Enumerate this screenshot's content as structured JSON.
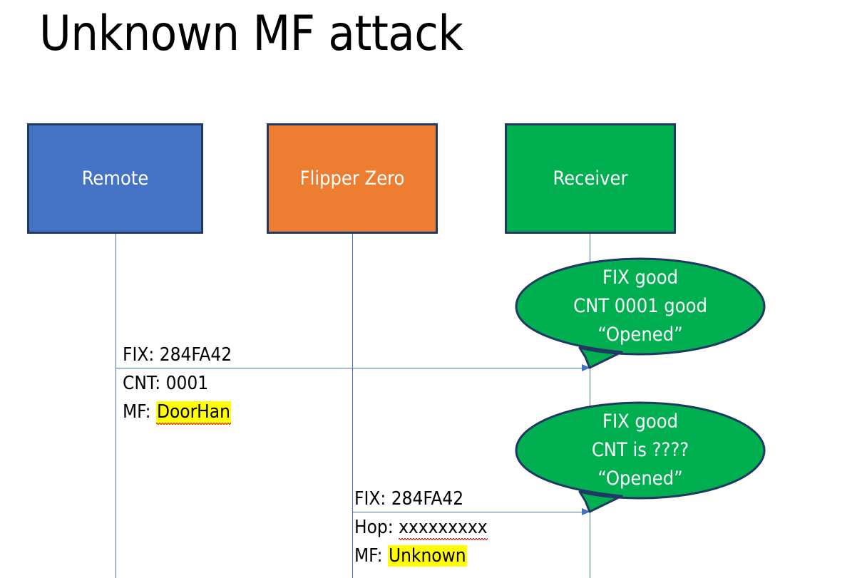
{
  "slide": {
    "title": "Unknown MF attack",
    "background": "#ffffff"
  },
  "colors": {
    "remote_fill": "#4472C4",
    "flipper_fill": "#ED7D31",
    "receiver_fill": "#00B050",
    "box_border": "#1F3864",
    "lifeline": "#4472C4",
    "arrow": "#4472C4",
    "highlight": "#FFFF00",
    "bubble_fill": "#00B050",
    "bubble_border": "#1F3864",
    "spellcheck_underline": "#E03030",
    "text_dark": "#000000",
    "text_light": "#FFFFFF"
  },
  "actors": [
    {
      "id": "remote",
      "label": "Remote"
    },
    {
      "id": "flipper",
      "label": "Flipper Zero"
    },
    {
      "id": "receiver",
      "label": "Receiver"
    }
  ],
  "messages": [
    {
      "id": "remote-to-receiver",
      "from": "remote",
      "to": "receiver",
      "lines": [
        {
          "prefix": "FIX: ",
          "value": "284FA42",
          "highlight": false,
          "spellcheck_error": false
        },
        {
          "prefix": "CNT: ",
          "value": "0001",
          "highlight": false,
          "spellcheck_error": false
        },
        {
          "prefix": "MF: ",
          "value": "DoorHan",
          "highlight": true,
          "spellcheck_error": true
        }
      ]
    },
    {
      "id": "flipper-to-receiver",
      "from": "flipper",
      "to": "receiver",
      "lines": [
        {
          "prefix": "FIX: ",
          "value": "284FA42",
          "highlight": false,
          "spellcheck_error": false
        },
        {
          "prefix": "Hop: ",
          "value": "xxxxxxxxx",
          "highlight": false,
          "spellcheck_error": true
        },
        {
          "prefix": "MF: ",
          "value": "Unknown",
          "highlight": true,
          "spellcheck_error": false
        }
      ]
    }
  ],
  "bubbles": [
    {
      "id": "receiver-response-1",
      "lines": [
        "FIX good",
        "CNT 0001 good",
        "“Opened”"
      ]
    },
    {
      "id": "receiver-response-2",
      "lines": [
        "FIX good",
        "CNT is ????",
        "“Opened”"
      ]
    }
  ]
}
